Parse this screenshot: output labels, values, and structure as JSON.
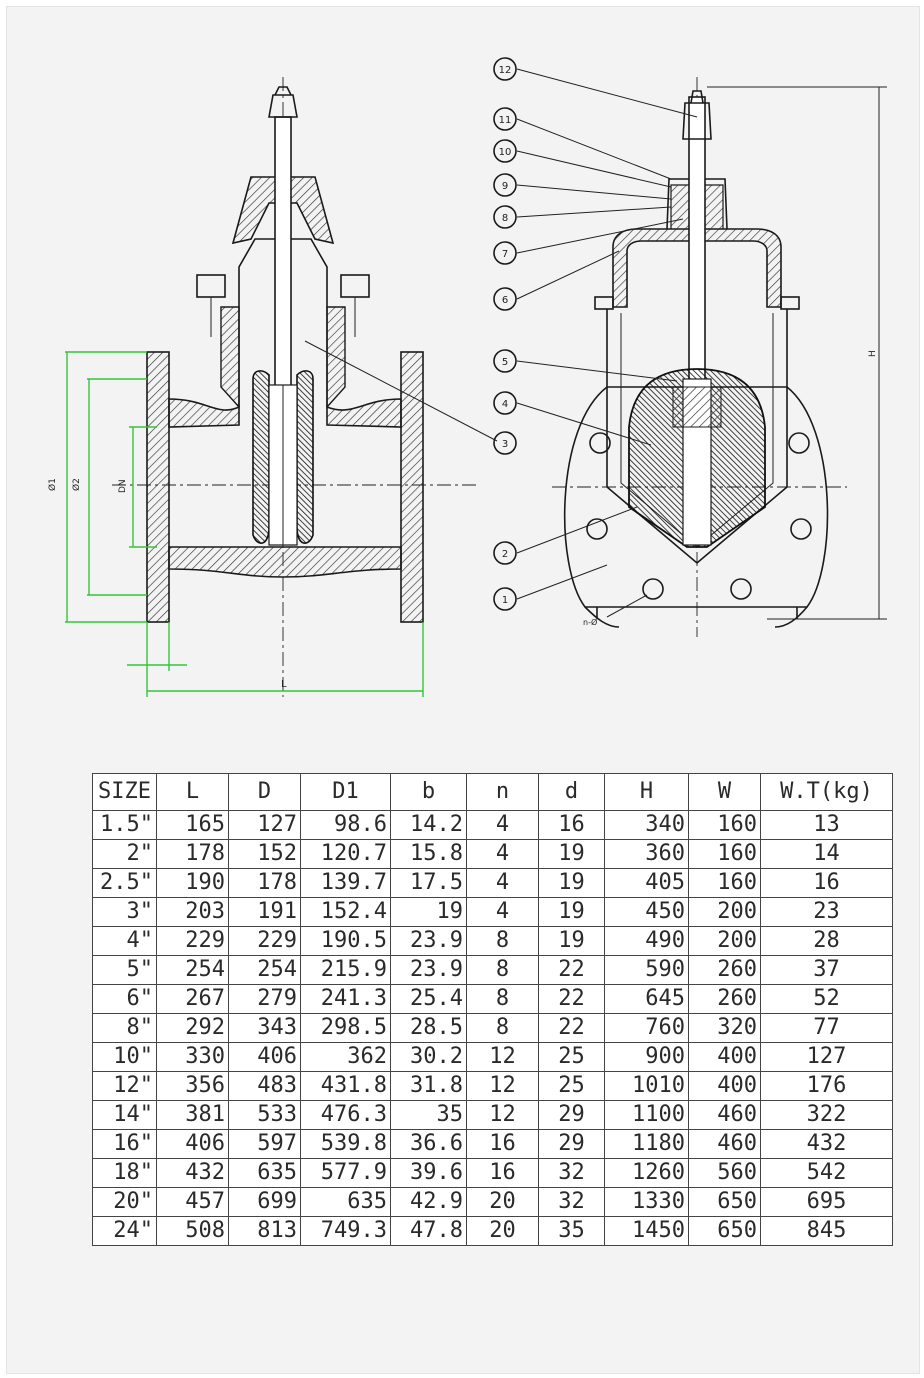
{
  "drawing": {
    "left_view_dims": {
      "d1": "Ø1",
      "d2": "Ø2",
      "dn": "DN",
      "length": "L"
    },
    "right_view_dims": {
      "height": "H",
      "holes": "n-Ø"
    },
    "part_numbers": [
      "12",
      "11",
      "10",
      "9",
      "8",
      "7",
      "6",
      "5",
      "4",
      "3",
      "2",
      "1"
    ]
  },
  "table": {
    "columns": [
      "SIZE",
      "L",
      "D",
      "D1",
      "b",
      "n",
      "d",
      "H",
      "W",
      "W.T(kg)"
    ],
    "rows": [
      [
        "1.5\"",
        "165",
        "127",
        "98.6",
        "14.2",
        "4",
        "16",
        "340",
        "160",
        "13"
      ],
      [
        "2\"",
        "178",
        "152",
        "120.7",
        "15.8",
        "4",
        "19",
        "360",
        "160",
        "14"
      ],
      [
        "2.5\"",
        "190",
        "178",
        "139.7",
        "17.5",
        "4",
        "19",
        "405",
        "160",
        "16"
      ],
      [
        "3\"",
        "203",
        "191",
        "152.4",
        "19",
        "4",
        "19",
        "450",
        "200",
        "23"
      ],
      [
        "4\"",
        "229",
        "229",
        "190.5",
        "23.9",
        "8",
        "19",
        "490",
        "200",
        "28"
      ],
      [
        "5\"",
        "254",
        "254",
        "215.9",
        "23.9",
        "8",
        "22",
        "590",
        "260",
        "37"
      ],
      [
        "6\"",
        "267",
        "279",
        "241.3",
        "25.4",
        "8",
        "22",
        "645",
        "260",
        "52"
      ],
      [
        "8\"",
        "292",
        "343",
        "298.5",
        "28.5",
        "8",
        "22",
        "760",
        "320",
        "77"
      ],
      [
        "10\"",
        "330",
        "406",
        "362",
        "30.2",
        "12",
        "25",
        "900",
        "400",
        "127"
      ],
      [
        "12\"",
        "356",
        "483",
        "431.8",
        "31.8",
        "12",
        "25",
        "1010",
        "400",
        "176"
      ],
      [
        "14\"",
        "381",
        "533",
        "476.3",
        "35",
        "12",
        "29",
        "1100",
        "460",
        "322"
      ],
      [
        "16\"",
        "406",
        "597",
        "539.8",
        "36.6",
        "16",
        "29",
        "1180",
        "460",
        "432"
      ],
      [
        "18\"",
        "432",
        "635",
        "577.9",
        "39.6",
        "16",
        "32",
        "1260",
        "560",
        "542"
      ],
      [
        "20\"",
        "457",
        "699",
        "635",
        "42.9",
        "20",
        "32",
        "1330",
        "650",
        "695"
      ],
      [
        "24\"",
        "508",
        "813",
        "749.3",
        "47.8",
        "20",
        "35",
        "1450",
        "650",
        "845"
      ]
    ]
  }
}
